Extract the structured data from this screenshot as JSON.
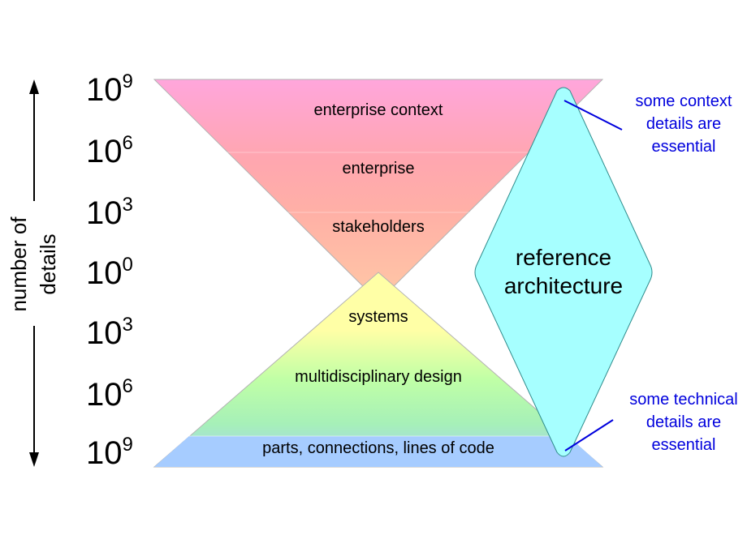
{
  "axis": {
    "label_line1": "number of",
    "label_line2": "details"
  },
  "exponents": [
    {
      "base": "10",
      "power": "9"
    },
    {
      "base": "10",
      "power": "6"
    },
    {
      "base": "10",
      "power": "3"
    },
    {
      "base": "10",
      "power": "0"
    },
    {
      "base": "10",
      "power": "3"
    },
    {
      "base": "10",
      "power": "6"
    },
    {
      "base": "10",
      "power": "9"
    }
  ],
  "layers": {
    "enterprise_context": "enterprise context",
    "enterprise": "enterprise",
    "stakeholders": "stakeholders",
    "systems": "systems",
    "multidisciplinary_design": "multidisciplinary design",
    "parts": "parts, connections, lines of code"
  },
  "reference_architecture": {
    "line1": "reference",
    "line2": "architecture"
  },
  "notes": {
    "context": [
      "some context",
      "details are",
      "essential"
    ],
    "technical": [
      "some technical",
      "details are",
      "essential"
    ]
  },
  "colors": {
    "top_gradient_start": "#ffa6dc",
    "top_gradient_mid": "#ffa6a6",
    "top_gradient_end": "#ffd0a6",
    "bottom_gradient_start": "#ffffa6",
    "bottom_gradient_mid": "#a6ffa6",
    "bottom_gradient_end": "#a6d0ff",
    "reference_fill": "#a6ffff",
    "note_text": "#0000dd"
  }
}
